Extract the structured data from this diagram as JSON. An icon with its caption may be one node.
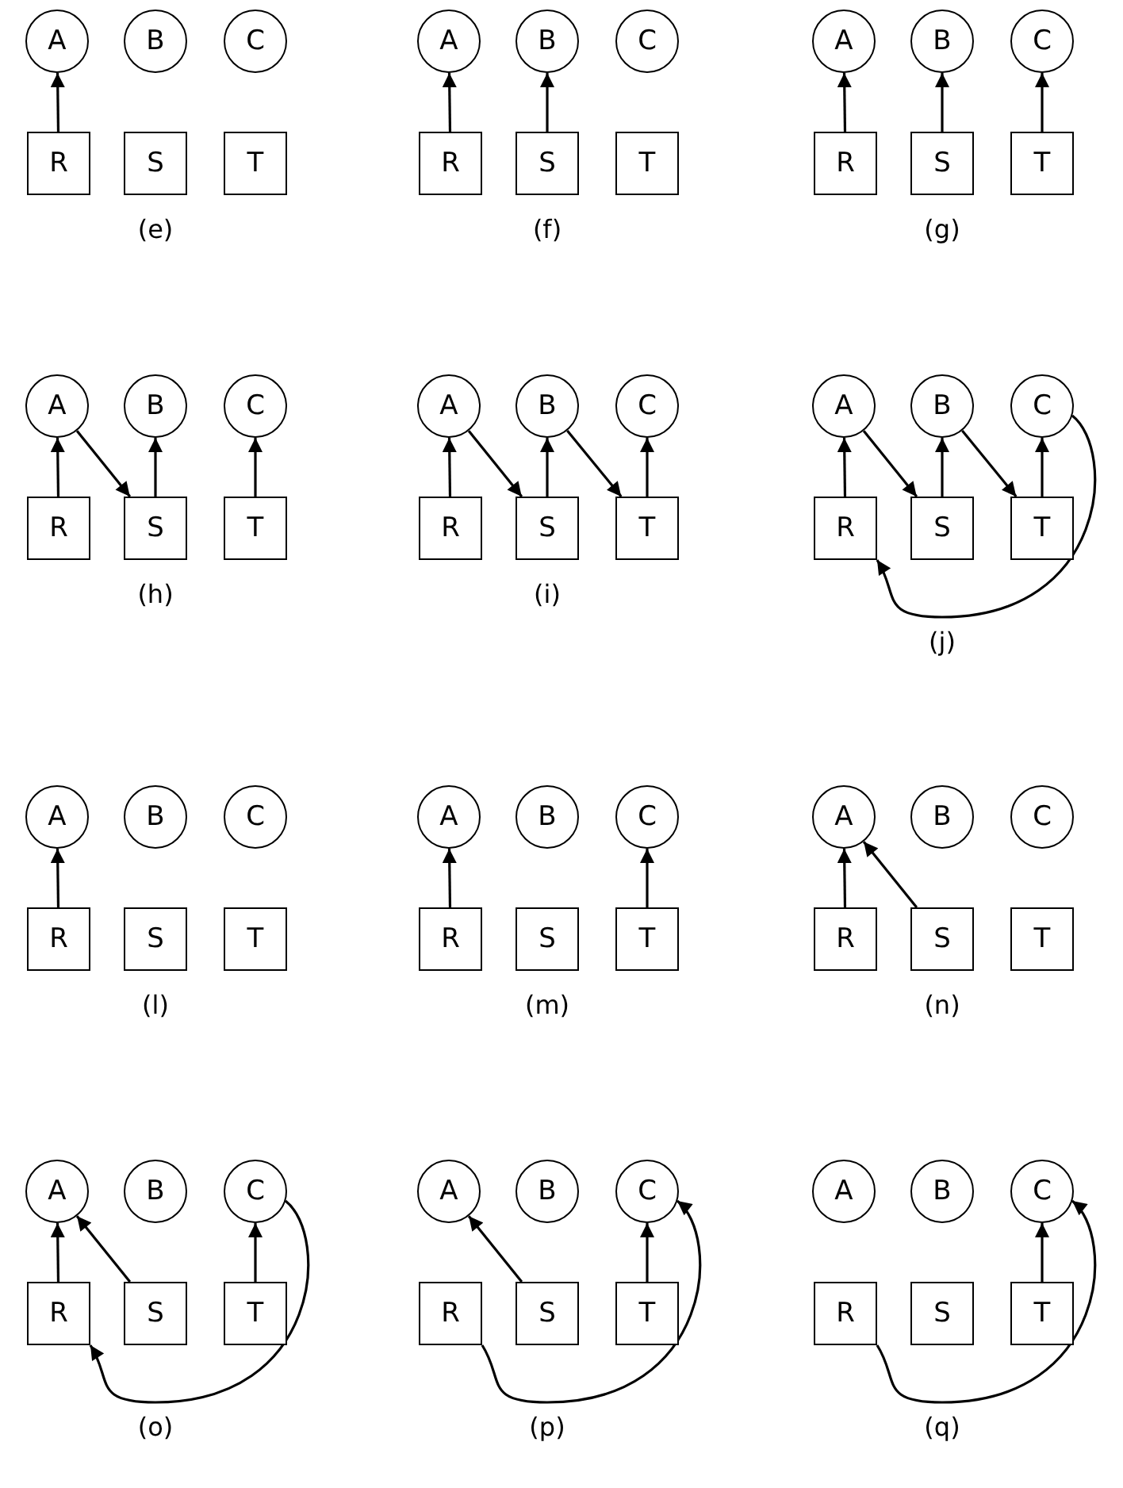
{
  "diagram": {
    "nodes": [
      {
        "text": [
          "A"
        ]
      },
      {
        "text": [
          "B"
        ]
      },
      {
        "text": [
          "C"
        ]
      },
      {
        "text": [
          "R"
        ]
      },
      {
        "text": [
          "S"
        ]
      },
      {
        "text": [
          "T"
        ]
      },
      {
        "text": [
          "A"
        ]
      },
      {
        "text": [
          "B"
        ]
      },
      {
        "text": [
          "C"
        ]
      },
      {
        "text": [
          "R"
        ]
      },
      {
        "text": [
          "S"
        ]
      },
      {
        "text": [
          "T"
        ]
      },
      {
        "text": [
          "A"
        ]
      },
      {
        "text": [
          "B"
        ]
      },
      {
        "text": [
          "C"
        ]
      },
      {
        "text": [
          "R"
        ]
      },
      {
        "text": [
          "S"
        ]
      },
      {
        "text": [
          "T"
        ]
      },
      {
        "text": [
          "A"
        ]
      },
      {
        "text": [
          "B"
        ]
      },
      {
        "text": [
          "C"
        ]
      },
      {
        "text": [
          "R"
        ]
      },
      {
        "text": [
          "S"
        ]
      },
      {
        "text": [
          "T"
        ]
      },
      {
        "text": [
          "A"
        ]
      },
      {
        "text": [
          "B"
        ]
      },
      {
        "text": [
          "C"
        ]
      },
      {
        "text": [
          "R"
        ]
      },
      {
        "text": [
          "S"
        ]
      },
      {
        "text": [
          "T"
        ]
      },
      {
        "text": [
          "A"
        ]
      },
      {
        "text": [
          "B"
        ]
      },
      {
        "text": [
          "C"
        ]
      },
      {
        "text": [
          "R"
        ]
      },
      {
        "text": [
          "S"
        ]
      },
      {
        "text": [
          "T"
        ]
      },
      {
        "text": [
          "A"
        ]
      },
      {
        "text": [
          "B"
        ]
      },
      {
        "text": [
          "C"
        ]
      },
      {
        "text": [
          "R"
        ]
      },
      {
        "text": [
          "S"
        ]
      },
      {
        "text": [
          "T"
        ]
      },
      {
        "text": [
          "A"
        ]
      },
      {
        "text": [
          "B"
        ]
      },
      {
        "text": [
          "C"
        ]
      },
      {
        "text": [
          "R"
        ]
      },
      {
        "text": [
          "S"
        ]
      },
      {
        "text": [
          "T"
        ]
      },
      {
        "text": [
          "A"
        ]
      },
      {
        "text": [
          "B"
        ]
      },
      {
        "text": [
          "C"
        ]
      },
      {
        "text": [
          "R"
        ]
      },
      {
        "text": [
          "S"
        ]
      },
      {
        "text": [
          "T"
        ]
      },
      {
        "text": [
          "A"
        ]
      },
      {
        "text": [
          "B"
        ]
      },
      {
        "text": [
          "C"
        ]
      },
      {
        "text": [
          "R"
        ]
      },
      {
        "text": [
          "S"
        ]
      },
      {
        "text": [
          "T"
        ]
      },
      {
        "text": [
          "A"
        ]
      },
      {
        "text": [
          "B"
        ]
      },
      {
        "text": [
          "C"
        ]
      },
      {
        "text": [
          "R"
        ]
      },
      {
        "text": [
          "S"
        ]
      },
      {
        "text": [
          "T"
        ]
      },
      {
        "text": [
          "A"
        ]
      },
      {
        "text": [
          "B"
        ]
      },
      {
        "text": [
          "C"
        ]
      },
      {
        "text": [
          "R"
        ]
      },
      {
        "text": [
          "S"
        ]
      },
      {
        "text": [
          "T"
        ]
      }
    ],
    "edges": [
      {
        "from": 3,
        "to": 0,
        "arrow": "to"
      },
      {
        "from": 9,
        "to": 6,
        "arrow": "to"
      },
      {
        "from": 10,
        "to": 7,
        "arrow": "to"
      },
      {
        "from": 15,
        "to": 12,
        "arrow": "to"
      },
      {
        "from": 16,
        "to": 13,
        "arrow": "to"
      },
      {
        "from": 17,
        "to": 14,
        "arrow": "to"
      },
      {
        "from": 21,
        "to": 18,
        "arrow": "to"
      },
      {
        "from": 18,
        "to": 22,
        "arrow": "to"
      },
      {
        "from": 22,
        "to": 19,
        "arrow": "to"
      },
      {
        "from": 23,
        "to": 20,
        "arrow": "to"
      },
      {
        "from": 27,
        "to": 24,
        "arrow": "to"
      },
      {
        "from": 24,
        "to": 28,
        "arrow": "to"
      },
      {
        "from": 28,
        "to": 25,
        "arrow": "to"
      },
      {
        "from": 25,
        "to": 29,
        "arrow": "to"
      },
      {
        "from": 29,
        "to": 26,
        "arrow": "to"
      },
      {
        "from": 33,
        "to": 30,
        "arrow": "to"
      },
      {
        "from": 30,
        "to": 34,
        "arrow": "to"
      },
      {
        "from": 34,
        "to": 31,
        "arrow": "to"
      },
      {
        "from": 31,
        "to": 35,
        "arrow": "to"
      },
      {
        "from": 35,
        "to": 32,
        "arrow": "to"
      },
      {
        "from": 32,
        "to": 33,
        "arrow": "to"
      },
      {
        "from": 39,
        "to": 36,
        "arrow": "to"
      },
      {
        "from": 45,
        "to": 42,
        "arrow": "to"
      },
      {
        "from": 47,
        "to": 44,
        "arrow": "to"
      },
      {
        "from": 51,
        "to": 48,
        "arrow": "to"
      },
      {
        "from": 52,
        "to": 48,
        "arrow": "to"
      },
      {
        "from": 57,
        "to": 54,
        "arrow": "to"
      },
      {
        "from": 58,
        "to": 54,
        "arrow": "to"
      },
      {
        "from": 59,
        "to": 56,
        "arrow": "to"
      },
      {
        "from": 56,
        "to": 57,
        "arrow": "to"
      },
      {
        "from": 64,
        "to": 60,
        "arrow": "to"
      },
      {
        "from": 65,
        "to": 62,
        "arrow": "to"
      },
      {
        "from": 63,
        "to": 62,
        "arrow": "to"
      },
      {
        "from": 71,
        "to": 68,
        "arrow": "to"
      },
      {
        "from": 69,
        "to": 68,
        "arrow": "to"
      }
    ],
    "labels": [
      "(e)",
      "(f)",
      "(g)",
      "(h)",
      "(i)",
      "(j)",
      "(l)",
      "(m)",
      "(n)",
      "(o)",
      "(p)",
      "(q)"
    ]
  }
}
